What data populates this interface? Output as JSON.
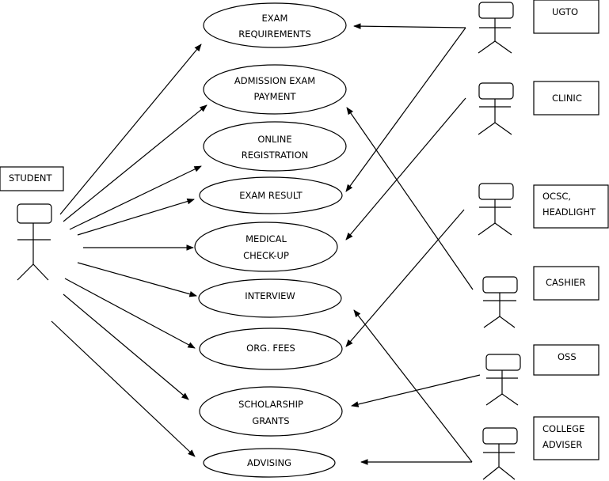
{
  "actors": {
    "student": "STUDENT",
    "ugto": "UGTO",
    "clinic": "CLINIC",
    "ocsc": [
      "OCSC,",
      "HEADLIGHT"
    ],
    "cashier": "CASHIER",
    "oss": "OSS",
    "adviser": [
      "COLLEGE",
      "ADVISER"
    ]
  },
  "use_cases": {
    "exam_req": [
      "EXAM",
      "REQUIREMENTS"
    ],
    "adm_pay": [
      "ADMISSION EXAM",
      "PAYMENT"
    ],
    "online_reg": [
      "ONLINE",
      "REGISTRATION"
    ],
    "exam_result": "EXAM RESULT",
    "medical": [
      "MEDICAL",
      "CHECK-UP"
    ],
    "interview": "INTERVIEW",
    "org_fees": "ORG. FEES",
    "scholarship": [
      "SCHOLARSHIP",
      "GRANTS"
    ],
    "advising": "ADVISING"
  }
}
